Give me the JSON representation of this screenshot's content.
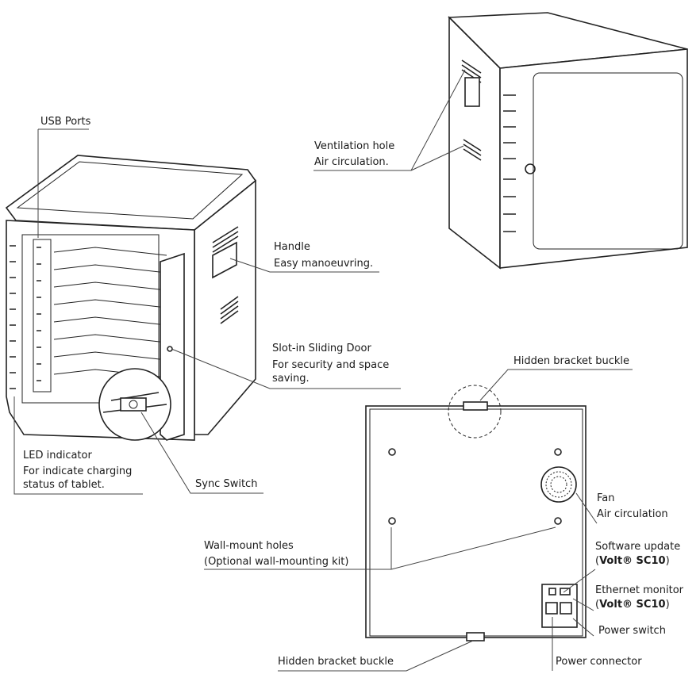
{
  "labels": {
    "usb_ports": "USB Ports",
    "ventilation_1": "Ventilation hole",
    "ventilation_2": "Air circulation.",
    "handle_1": "Handle",
    "handle_2": "Easy manoeuvring.",
    "door_1": "Slot-in Sliding Door",
    "door_2": "For security and space",
    "door_3": "saving.",
    "led_1": "LED indicator",
    "led_2": "For indicate charging",
    "led_3": "status of tablet.",
    "sync": "Sync Switch",
    "bracket_top": "Hidden bracket buckle",
    "fan_1": "Fan",
    "fan_2": "Air circulation",
    "wall_1": "Wall-mount holes",
    "wall_2": "(Optional wall-mounting kit)",
    "software_1": "Software update",
    "software_open": "(",
    "software_brand": "Volt® SC10",
    "software_close": ")",
    "ethernet_1": "Ethernet monitor",
    "ethernet_open": "(",
    "ethernet_brand": "Volt® SC10",
    "ethernet_close": ")",
    "power_switch": "Power switch",
    "bracket_bottom": "Hidden bracket buckle",
    "power_connector": "Power connector"
  }
}
